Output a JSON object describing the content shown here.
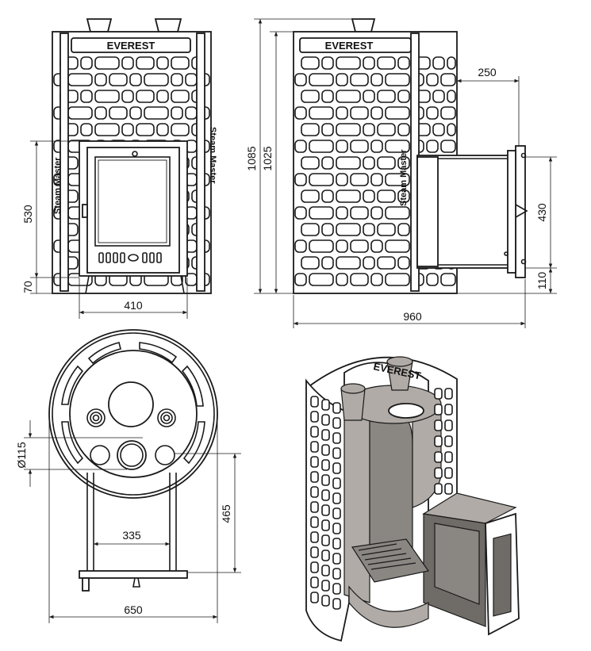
{
  "labels": {
    "brand": "EVEREST",
    "model": "Steam Master",
    "dim_410": "410",
    "dim_530": "530",
    "dim_70": "70",
    "dim_1085": "1085",
    "dim_1025": "1025",
    "dim_250": "250",
    "dim_430": "430",
    "dim_110": "110",
    "dim_960": "960",
    "dim_115": "Ø115",
    "dim_335": "335",
    "dim_465": "465",
    "dim_650": "650"
  }
}
